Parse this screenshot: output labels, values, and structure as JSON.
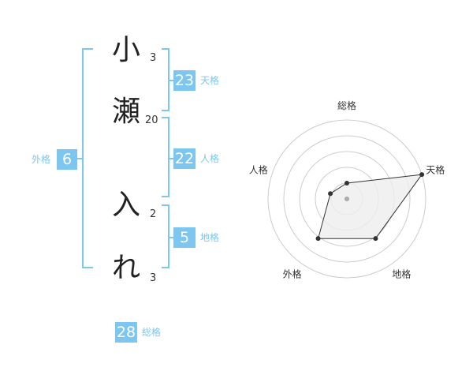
{
  "name": {
    "chars": [
      {
        "char": "小",
        "strokes": "3"
      },
      {
        "char": "瀬",
        "strokes": "20"
      },
      {
        "char": "入",
        "strokes": "2"
      },
      {
        "char": "れ",
        "strokes": "3"
      }
    ]
  },
  "scores": {
    "tenkaku": {
      "value": "23",
      "label": "天格"
    },
    "jinkaku": {
      "value": "22",
      "label": "人格"
    },
    "chikaku": {
      "value": "5",
      "label": "地格"
    },
    "gaikaku": {
      "value": "6",
      "label": "外格"
    },
    "soukaku": {
      "value": "28",
      "label": "総格"
    }
  },
  "radar": {
    "axes": [
      "総格",
      "天格",
      "地格",
      "外格",
      "人格"
    ],
    "values": [
      0.2,
      1.0,
      0.62,
      0.62,
      0.22
    ],
    "colors": {
      "grid": "#cccccc",
      "fill": "#eeeeee",
      "line": "#333333",
      "center": "#aaaaaa"
    }
  }
}
